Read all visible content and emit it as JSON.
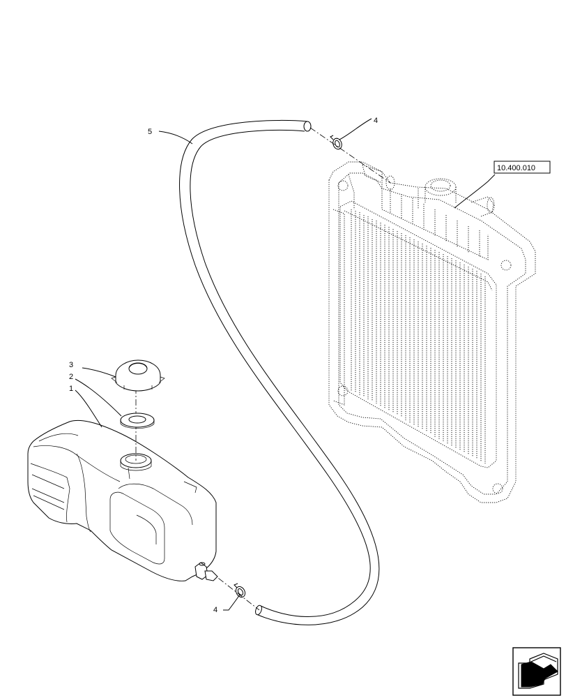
{
  "callouts": [
    {
      "id": "1",
      "label": "1"
    },
    {
      "id": "2",
      "label": "2"
    },
    {
      "id": "3",
      "label": "3"
    },
    {
      "id": "4a",
      "label": "4"
    },
    {
      "id": "4b",
      "label": "4"
    },
    {
      "id": "5",
      "label": "5"
    }
  ],
  "reference": {
    "label": "10.400.010"
  },
  "icons": {
    "nav": "back-arrow-icon"
  }
}
